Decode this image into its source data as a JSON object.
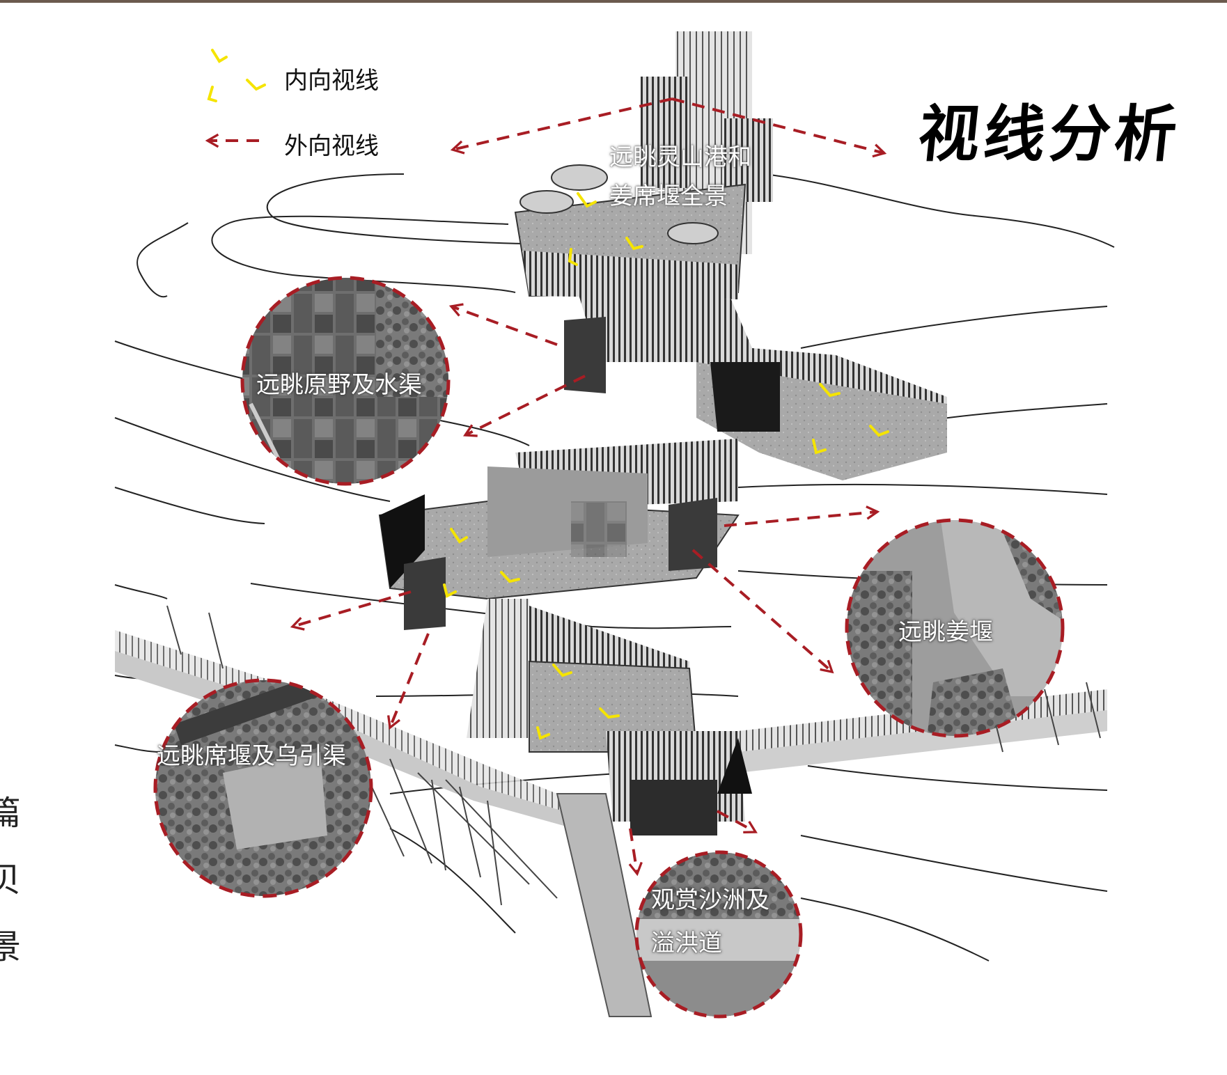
{
  "title": "视线分析",
  "legend": {
    "inward_label": "内向视线",
    "outward_label": "外向视线",
    "inward_color": "#f5e400",
    "outward_color": "#a81d24"
  },
  "viewpoints": {
    "top_line1": "远眺灵山港和",
    "top_line2": "姜席堰全景"
  },
  "circles": [
    {
      "label": "远眺原野及水渠"
    },
    {
      "label": "远眺姜堰"
    },
    {
      "label": "远眺席堰及乌引渠"
    },
    {
      "label_line1": "观赏沙洲及",
      "label_line2": "溢洪道"
    }
  ],
  "left_edge_text": [
    "篇",
    "贝",
    "景"
  ]
}
